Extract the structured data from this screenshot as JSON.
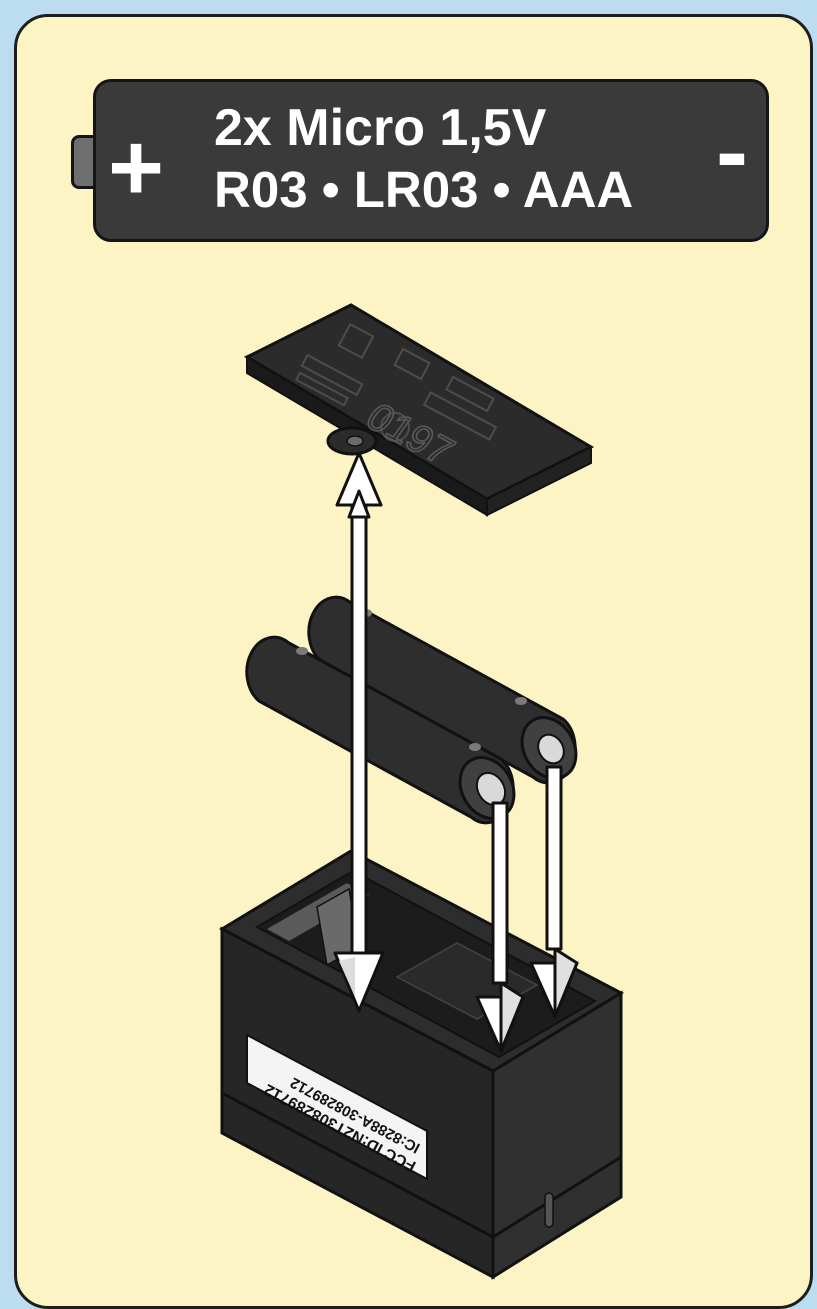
{
  "battery_label": {
    "plus_sign": "+",
    "minus_sign": "-",
    "line1": "2x Micro 1,5V",
    "line2": "R03 • LR03 • AAA"
  },
  "lid": {
    "print_code": "0197"
  },
  "housing": {
    "fcc_id": "FCC ID:N2T30828971​2",
    "ic_id": "IC:8288A-3082897​12"
  },
  "colors": {
    "background": "#bcdcf0",
    "panel": "#fdf4c6",
    "label": "#3a3a3a",
    "part": "#2b2b2b",
    "arrow": "#ffffff"
  }
}
